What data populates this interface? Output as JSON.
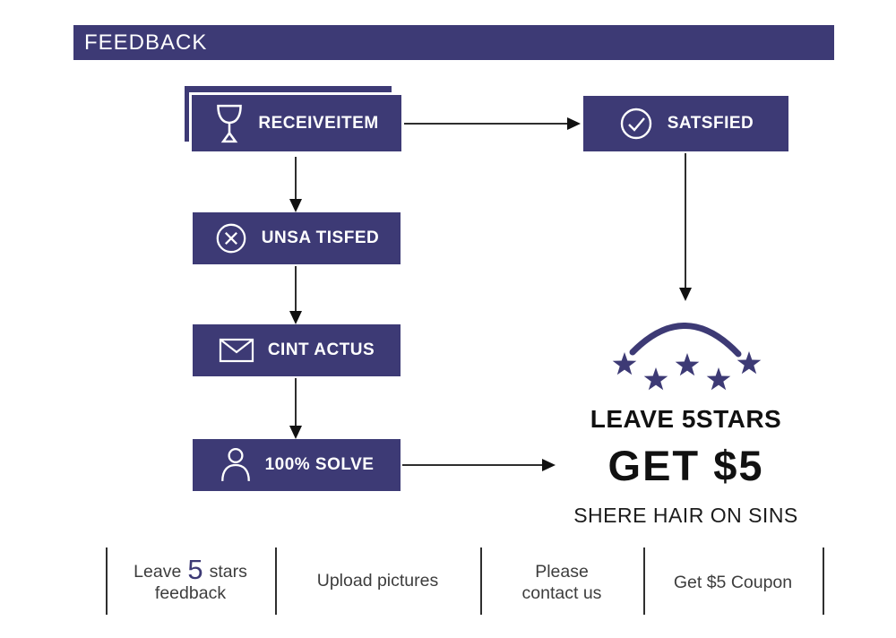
{
  "colors": {
    "navy": "#3d3a75",
    "arrow": "#111111",
    "footer_text": "#3d3d3d"
  },
  "header": {
    "title": "FEEDBACK"
  },
  "flow": {
    "receive": {
      "label": "RECEIVEITEM",
      "icon": "trophy-icon"
    },
    "satisfied": {
      "label": "SATSFIED",
      "icon": "check-circle-icon"
    },
    "unsatisfied": {
      "label": "UNSA TISFED",
      "icon": "x-circle-icon"
    },
    "contact": {
      "label": "CINT ACTUS",
      "icon": "envelope-icon"
    },
    "solve": {
      "label": "100% SOLVE",
      "icon": "person-icon"
    }
  },
  "reward": {
    "star_count": 5,
    "line1": "LEAVE 5STARS",
    "line2": "GET $5",
    "line3": "SHERE HAIR ON SINS"
  },
  "footer": {
    "item1": {
      "part1": "Leave",
      "number": "5",
      "part2": "stars",
      "line2": "feedback"
    },
    "item2": {
      "label": "Upload pictures"
    },
    "item3": {
      "line1": "Please",
      "line2": "contact us"
    },
    "item4": {
      "label": "Get $5 Coupon"
    }
  }
}
